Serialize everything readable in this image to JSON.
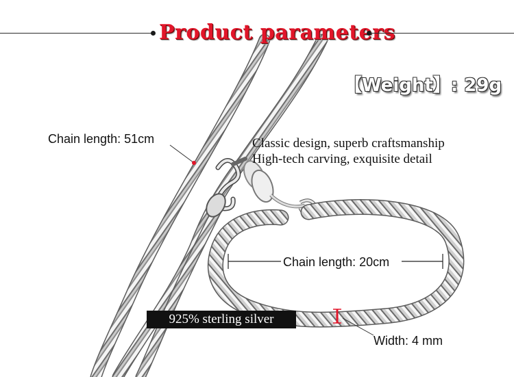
{
  "header": {
    "title": "Product parameters"
  },
  "specs": {
    "weight": "【Weight】: 29g",
    "necklace_length": "Chain length:  51cm",
    "bracelet_length": "Chain length:  20cm",
    "width": "Width: 4 mm",
    "material_badge": "925% sterling silver"
  },
  "features": {
    "line1": "Classic design, superb craftsmanship",
    "line2": "High-tech carving, exquisite detail"
  },
  "colors": {
    "title_red": "#e2162a",
    "marker_red": "#e2162a",
    "badge_bg": "#111111"
  }
}
